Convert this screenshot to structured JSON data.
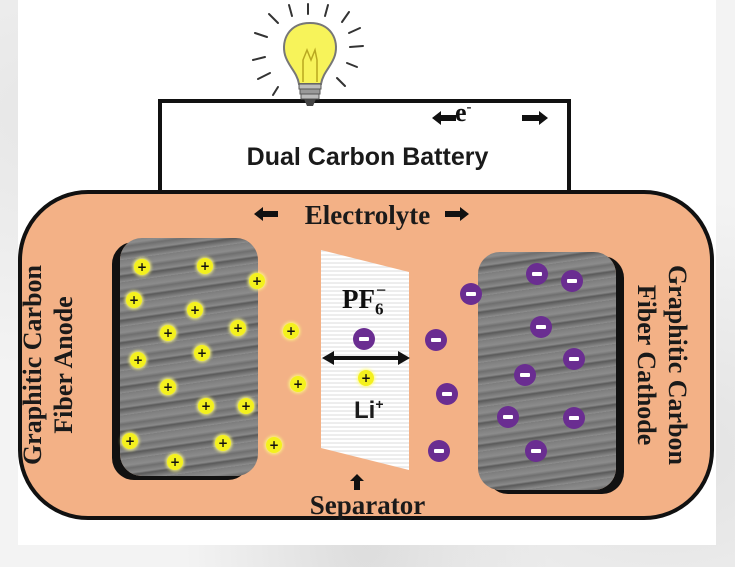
{
  "title": "Dual Carbon Battery",
  "electron_label": "e",
  "electron_charge": "-",
  "electrolyte_label": "Electrolyte",
  "anode_label": [
    "Graphitic Carbon",
    "Fiber Anode"
  ],
  "cathode_label": [
    "Graphitic Carbon",
    "Fiber Cathode"
  ],
  "anion_label": "PF",
  "anion_subscript": "6",
  "anion_charge": "−",
  "cation_label": "Li",
  "cation_charge": "+",
  "separator_label": "Separator",
  "icons": {
    "bulb": "light-bulb-icon",
    "cation": "plus-ion-icon",
    "anion": "minus-ion-icon"
  },
  "colors": {
    "electrolyte_fill": "#f3b186",
    "cation": "#f4f11e",
    "anion": "#6a2d91",
    "bulb": "#f7f35a",
    "wire": "#111111"
  }
}
